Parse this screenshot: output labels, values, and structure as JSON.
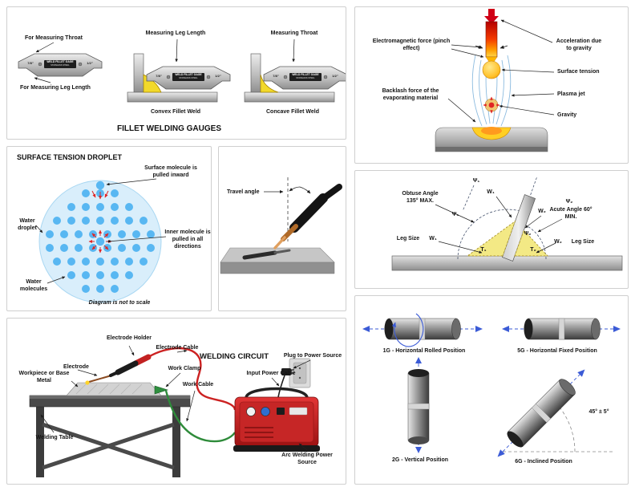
{
  "panels": {
    "fillet_gauges": {
      "title": "FILLET WELDING GAUGES",
      "gauge_brand": "WELD FILLET GAGE",
      "gauge_sub": "STAINLESS STEEL",
      "size_left": "7/8\"",
      "size_right": "1/2\"",
      "label_measure_throat_left": "For Measuring Throat",
      "label_measure_leg_left": "For Measuring Leg Length",
      "label_measure_leg_center": "Measuring Leg Length",
      "label_measure_throat_right": "Measuring Throat",
      "caption_convex": "Convex Fillet Weld",
      "caption_concave": "Concave Fillet Weld"
    },
    "droplet_forces": {
      "electromagnetic": "Electromagnetic force (pinch effect)",
      "acceleration": "Acceleration due to gravity",
      "surface_tension": "Surface tension",
      "plasma_jet": "Plasma jet",
      "gravity": "Gravity",
      "backlash": "Backlash force of the evaporating material"
    },
    "surface_droplet": {
      "title": "SURFACE TENSION DROPLET",
      "surface_molecule": "Surface molecule is pulled inward",
      "water_droplet": "Water droplet",
      "inner_molecule": "Inner molecule is pulled in all directions",
      "water_molecules": "Water molecules",
      "not_to_scale": "Diagram is not to scale"
    },
    "travel_angle": {
      "label": "Travel angle"
    },
    "fillet_angles": {
      "psi1": "Ψ₁",
      "psi2": "Ψ₂",
      "obtuse": "Obtuse Angle 135° MAX.",
      "acute": "Acute Angle 60° MIN.",
      "leg_size": "Leg Size",
      "w1": "W₁",
      "w2": "W₂",
      "t1": "T₁",
      "t2": "T₂"
    },
    "welding_circuit": {
      "title": "WELDING CIRCUIT",
      "electrode_holder": "Electrode Holder",
      "electrode_cable": "Electrode Cable",
      "electrode": "Electrode",
      "work_clamp": "Work Clamp",
      "work_cable": "Work Cable",
      "workpiece": "Workpiece or Base Metal",
      "welding_table": "Welding Table",
      "plug": "Plug to Power Source",
      "input_power_cable": "Input Power Cable",
      "power_source": "Arc Welding Power Source"
    },
    "pipe_positions": {
      "pos_1g": "1G - Horizontal Rolled Position",
      "pos_5g": "5G - Horizontal Fixed Position",
      "pos_2g": "2G - Vertical Position",
      "pos_6g": "6G - Inclined Position",
      "angle": "45° ± 5°"
    }
  },
  "colors": {
    "weld_yellow": "#f2d92b",
    "machine_red": "#c81f1f",
    "cable_red": "#cc2222",
    "cable_green": "#2e8b3a",
    "dash_blue": "#3b5bd6",
    "droplet_blue": "#58b7f2"
  }
}
